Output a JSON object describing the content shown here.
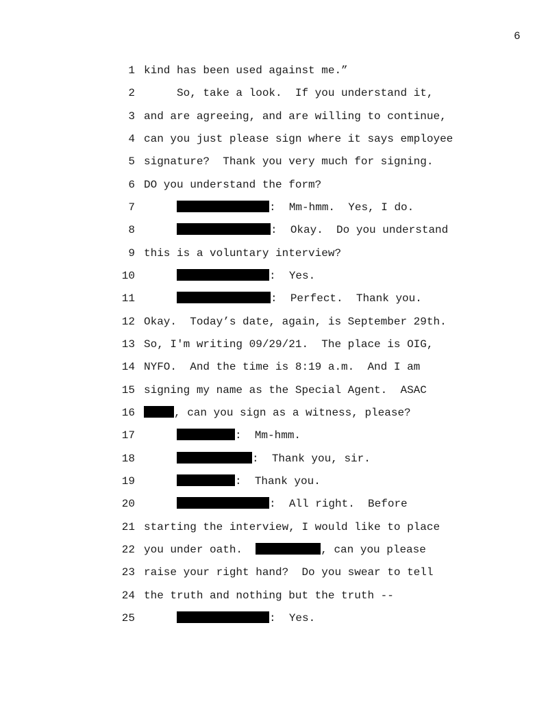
{
  "page": {
    "number": "6",
    "background_color": "#ffffff",
    "text_color": "#1b1b1b",
    "redaction_color": "#000000"
  },
  "transcript": {
    "lines": [
      {
        "num": "1",
        "segments": [
          {
            "text": "kind has been used against me.”"
          }
        ]
      },
      {
        "num": "2",
        "segments": [
          {
            "text": "     So, take a look.  If you understand it,"
          }
        ]
      },
      {
        "num": "3",
        "segments": [
          {
            "text": "and are agreeing, and are willing to continue,"
          }
        ]
      },
      {
        "num": "4",
        "segments": [
          {
            "text": "can you just please sign where it says employee"
          }
        ]
      },
      {
        "num": "5",
        "segments": [
          {
            "text": "signature?  Thank you very much for signing."
          }
        ]
      },
      {
        "num": "6",
        "segments": [
          {
            "text": "DO you understand the form?"
          }
        ]
      },
      {
        "num": "7",
        "segments": [
          {
            "text": "     "
          },
          {
            "redaction_width": 135
          },
          {
            "text": ":  Mm-hmm.  Yes, I do."
          }
        ]
      },
      {
        "num": "8",
        "segments": [
          {
            "text": "     "
          },
          {
            "redaction_width": 137
          },
          {
            "text": ":  Okay.  Do you understand"
          }
        ]
      },
      {
        "num": "9",
        "segments": [
          {
            "text": "this is a voluntary interview?"
          }
        ]
      },
      {
        "num": "10",
        "segments": [
          {
            "text": "     "
          },
          {
            "redaction_width": 135
          },
          {
            "text": ":  Yes."
          }
        ]
      },
      {
        "num": "11",
        "segments": [
          {
            "text": "     "
          },
          {
            "redaction_width": 137
          },
          {
            "text": ":  Perfect.  Thank you."
          }
        ]
      },
      {
        "num": "12",
        "segments": [
          {
            "text": "Okay.  Today’s date, again, is September 29th."
          }
        ]
      },
      {
        "num": "13",
        "segments": [
          {
            "text": "So, I'm writing 09/29/21.  The place is OIG,"
          }
        ]
      },
      {
        "num": "14",
        "segments": [
          {
            "text": "NYFO.  And the time is 8:19 a.m.  And I am"
          }
        ]
      },
      {
        "num": "15",
        "segments": [
          {
            "text": "signing my name as the Special Agent.  ASAC"
          }
        ]
      },
      {
        "num": "16",
        "segments": [
          {
            "redaction_width": 44
          },
          {
            "text": ", can you sign as a witness, please?"
          }
        ]
      },
      {
        "num": "17",
        "segments": [
          {
            "text": "     "
          },
          {
            "redaction_width": 85
          },
          {
            "text": ":  Mm-hmm."
          }
        ]
      },
      {
        "num": "18",
        "segments": [
          {
            "text": "     "
          },
          {
            "redaction_width": 110
          },
          {
            "text": ":  Thank you, sir."
          }
        ]
      },
      {
        "num": "19",
        "segments": [
          {
            "text": "     "
          },
          {
            "redaction_width": 85
          },
          {
            "text": ":  Thank you."
          }
        ]
      },
      {
        "num": "20",
        "segments": [
          {
            "text": "     "
          },
          {
            "redaction_width": 135
          },
          {
            "text": ":  All right.  Before"
          }
        ]
      },
      {
        "num": "21",
        "segments": [
          {
            "text": "starting the interview, I would like to place"
          }
        ]
      },
      {
        "num": "22",
        "segments": [
          {
            "text": "you under oath.  "
          },
          {
            "redaction_width": 95
          },
          {
            "text": ", can you please"
          }
        ]
      },
      {
        "num": "23",
        "segments": [
          {
            "text": "raise your right hand?  Do you swear to tell"
          }
        ]
      },
      {
        "num": "24",
        "segments": [
          {
            "text": "the truth and nothing but the truth --"
          }
        ]
      },
      {
        "num": "25",
        "segments": [
          {
            "text": "     "
          },
          {
            "redaction_width": 135
          },
          {
            "text": ":  Yes."
          }
        ]
      }
    ]
  }
}
